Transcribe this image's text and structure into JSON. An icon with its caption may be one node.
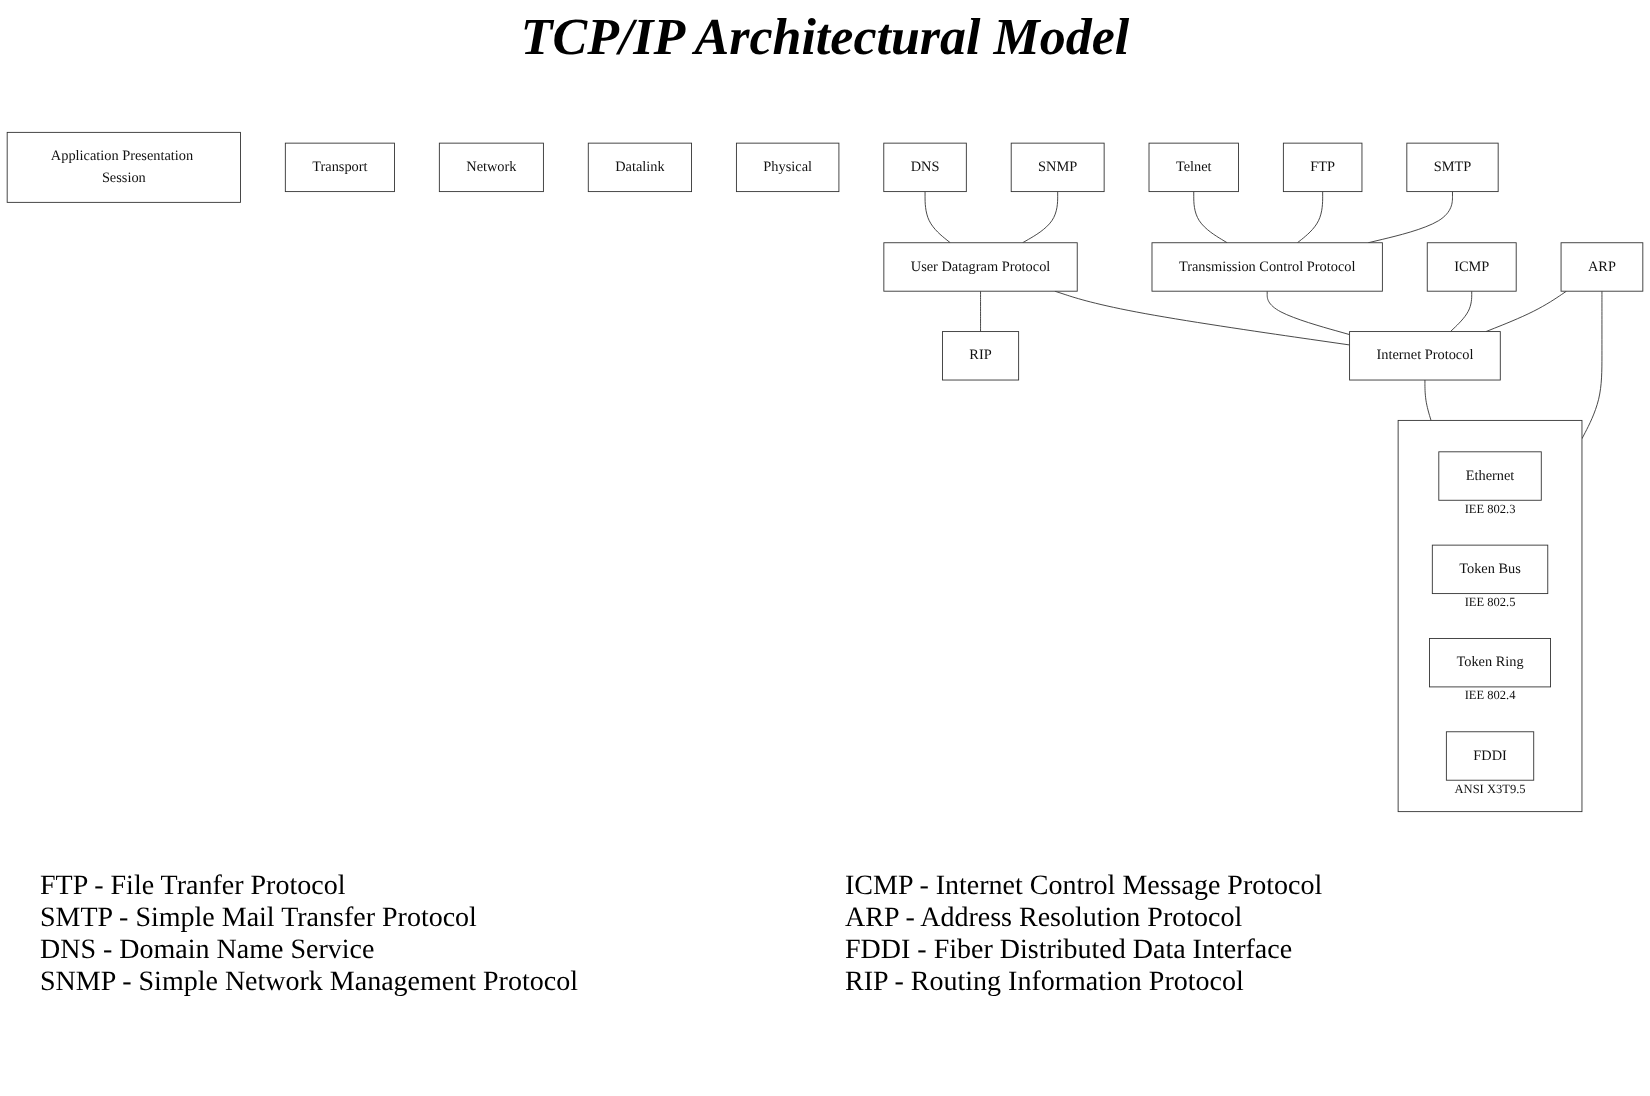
{
  "diagram": {
    "title": "TCP/IP Architectural Model",
    "nodes": [
      {
        "text": [
          "Application Presentation Session"
        ]
      },
      {
        "text": [
          "Transport"
        ]
      },
      {
        "text": [
          "Network"
        ]
      },
      {
        "text": [
          "Datalink"
        ]
      },
      {
        "text": [
          "Physical"
        ]
      },
      {
        "text": [
          "Telnet"
        ]
      },
      {
        "text": [
          "FTP"
        ]
      },
      {
        "text": [
          "SMTP"
        ]
      },
      {
        "text": [
          "DNS"
        ]
      },
      {
        "text": [
          "SNMP"
        ]
      },
      {
        "text": [
          "Transmission Control Protocol"
        ]
      },
      {
        "text": [
          "User Datagram Protocol"
        ]
      },
      {
        "text": [
          "RIP"
        ]
      },
      {
        "text": [
          "ICMP"
        ]
      },
      {
        "text": [
          "Internet Protocol"
        ]
      },
      {
        "text": [
          "ARP"
        ]
      },
      {
        "text": [],
        "shape": "box"
      },
      {
        "text": [
          "Ethernet"
        ],
        "in": 16,
        "beside": [
          "IEE 802.3"
        ]
      },
      {
        "text": [
          "Token Bus"
        ],
        "in": 16,
        "beside": [
          "IEE 802.5"
        ]
      },
      {
        "text": [
          "Token Ring"
        ],
        "in": 16,
        "beside": [
          "IEE 802.4"
        ]
      },
      {
        "text": [
          "FDDI"
        ],
        "in": 16,
        "beside": [
          "ANSI X3T9.5"
        ]
      }
    ],
    "edges": [
      {
        "from": 5,
        "to": 10,
        "arrow": "none"
      },
      {
        "from": 6,
        "to": 10,
        "arrow": "none"
      },
      {
        "from": 7,
        "to": 10,
        "arrow": "none"
      },
      {
        "from": 8,
        "to": 11,
        "arrow": "none"
      },
      {
        "from": 9,
        "to": 11,
        "arrow": "none"
      },
      {
        "from": 11,
        "to": 12,
        "arrow": "none"
      },
      {
        "from": 10,
        "to": 14,
        "arrow": "none"
      },
      {
        "from": 11,
        "to": 14,
        "arrow": "none"
      },
      {
        "from": 13,
        "to": 14,
        "arrow": "none"
      },
      {
        "from": 15,
        "to": 14,
        "arrow": "none"
      },
      {
        "from": 15,
        "to": 16,
        "arrow": "none"
      },
      {
        "from": 14,
        "to": 16,
        "arrow": "none"
      }
    ],
    "labels": [
      "FTP - File Tranfer Protocol",
      "SMTP - Simple Mail Transfer Protocol",
      "DNS - Domain Name Service",
      "SNMP - Simple Network Management Protocol",
      "ICMP - Internet Control Message Protocol",
      "ARP - Address Resolution Protocol",
      "FDDI - Fiber Distributed Data Interface",
      "RIP - Routing Information Protocol"
    ]
  }
}
